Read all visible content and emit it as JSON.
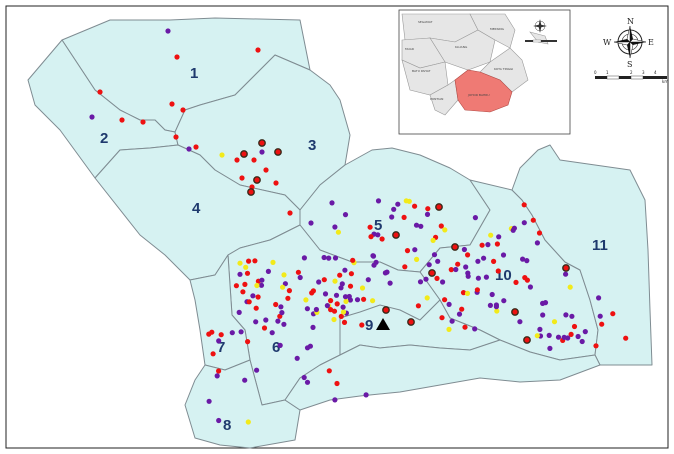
{
  "zones": [
    {
      "id": "1",
      "label": "1"
    },
    {
      "id": "2",
      "label": "2"
    },
    {
      "id": "3",
      "label": "3"
    },
    {
      "id": "4",
      "label": "4"
    },
    {
      "id": "5",
      "label": "5"
    },
    {
      "id": "6",
      "label": "6"
    },
    {
      "id": "7",
      "label": "7"
    },
    {
      "id": "8",
      "label": "8"
    },
    {
      "id": "9",
      "label": "9"
    },
    {
      "id": "10",
      "label": "10"
    },
    {
      "id": "11",
      "label": "11"
    }
  ],
  "inset": {
    "highlighted_region": "JOHOR BAHRU",
    "regions": [
      "SEGAMAT",
      "MUAR",
      "KLUANG",
      "MERSING",
      "BATU PAHAT",
      "KOTA TINGGI",
      "PONTIAN"
    ]
  },
  "compass": {
    "n": "N",
    "s": "S",
    "e": "E",
    "w": "W"
  },
  "scale_bar": {
    "labels": [
      "0",
      "1",
      "2",
      "3",
      "4"
    ],
    "unit": "km"
  },
  "colors": {
    "land": "#d6f2f2",
    "border": "#7f8c92",
    "inset_highlight": "#ef7a74",
    "point_red": "#ee1111",
    "point_purple": "#6a1aa6",
    "point_yellow": "#f2ea1a",
    "point_dark": "#3a2a1a"
  },
  "marker": {
    "type": "triangle",
    "color": "#000000"
  }
}
